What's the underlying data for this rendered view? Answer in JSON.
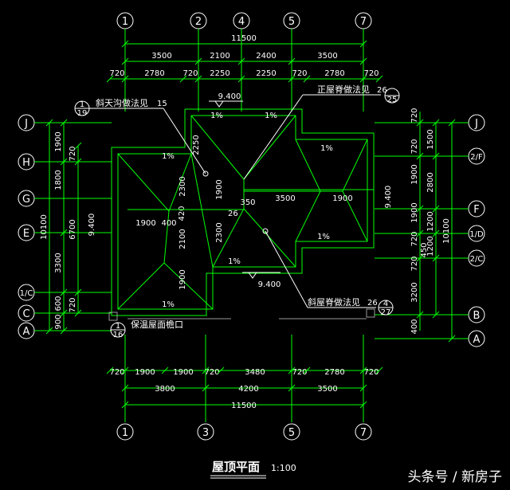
{
  "axes": {
    "top": [
      "1",
      "2",
      "4",
      "5",
      "7"
    ],
    "bottom": [
      "1",
      "3",
      "5",
      "7"
    ],
    "left": [
      "J",
      "H",
      "G",
      "E",
      "1/C",
      "C",
      "A"
    ],
    "right": [
      "J",
      "2/F",
      "F",
      "1/D",
      "2/C",
      "B",
      "A"
    ]
  },
  "dims": {
    "top_total": "11500",
    "top_row2": [
      "3500",
      "2100",
      "2400",
      "3500"
    ],
    "top_row3": [
      "720",
      "2780",
      "720",
      "2250",
      "2250",
      "720",
      "2780",
      "720"
    ],
    "bottom_row1": [
      "720",
      "1900",
      "1900",
      "720",
      "3480",
      "720",
      "2780",
      "720"
    ],
    "bottom_row2": [
      "3800",
      "4200",
      "3500"
    ],
    "bottom_total": "11500",
    "left_outer": [
      "1900",
      "1800",
      "3300",
      "600",
      "900"
    ],
    "left_total": "10100",
    "left_inner": [
      "720",
      "6700",
      "720"
    ],
    "right_inner": [
      "720",
      "720",
      "1900",
      "1900",
      "720",
      "720",
      "3200",
      "400"
    ],
    "right_mid": [
      "1500",
      "2800",
      "1200",
      "1200"
    ],
    "right_total": "10100",
    "right_small": "450",
    "interior": [
      "2250",
      "1900",
      "2300",
      "2300",
      "2100",
      "1900",
      "3500",
      "1900",
      "1900",
      "400",
      "350",
      "420",
      "9.400",
      "9.400",
      "9.400",
      "9.400",
      "1%"
    ]
  },
  "elevations": [
    "9.400",
    "9.400"
  ],
  "notes": {
    "valley": "斜天沟做法见",
    "ridge_top": "正屋脊做法见",
    "ridge_bottom": "斜屋脊做法见",
    "eave": "保温屋面檐口",
    "ref_valley": "1",
    "ref_valley_sheet": "19",
    "ref_ridge": "25",
    "ref_ridge_bottom": "4",
    "ref_ridge_bottom_sheet": "27",
    "ref_eave": "1",
    "ref_eave_sheet": "16",
    "ref_detail_a": "15",
    "ref_detail_b": "26",
    "ref_detail_c": "26",
    "ref_detail_d": "26"
  },
  "title": "屋顶平面",
  "scale": "1:100",
  "watermark": "头条号 / 新房子"
}
